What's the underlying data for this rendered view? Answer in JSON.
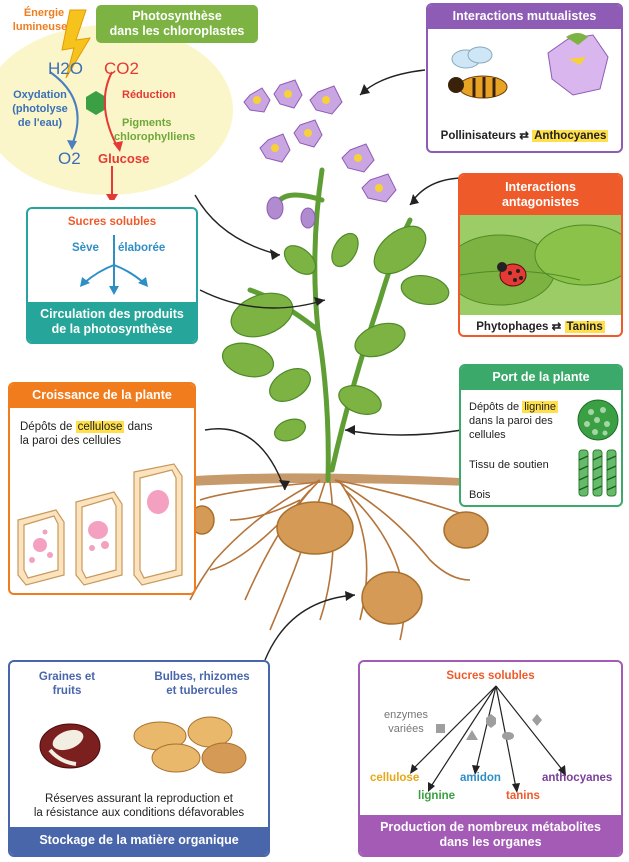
{
  "photo": {
    "energie": [
      "Énergie",
      "lumineuse"
    ],
    "title": [
      "Photosynthèse",
      "dans les chloroplastes"
    ],
    "h2o": "H2O",
    "co2": "CO2",
    "oxydation": [
      "Oxydation",
      "(photolyse",
      "de l'eau)"
    ],
    "reduction": "Réduction",
    "pigments": [
      "Pigments",
      "chlorophylliens"
    ],
    "o2": "O2",
    "glucose": "Glucose"
  },
  "circulation": {
    "sucres": "Sucres solubles",
    "seve1": "Sève",
    "seve2": "élaborée",
    "title": [
      "Circulation des produits",
      "de la photosynthèse"
    ]
  },
  "croissance": {
    "title": "Croissance de la plante",
    "text_a": "Dépôts de ",
    "text_hl": "cellulose",
    "text_b": " dans",
    "text_c": "la paroi des cellules"
  },
  "mutualistes": {
    "title": "Interactions mutualistes",
    "left": "Pollinisateurs",
    "right": "Anthocyanes"
  },
  "antagonistes": {
    "title": [
      "Interactions",
      "antagonistes"
    ],
    "left": "Phytophages",
    "right": "Tanins"
  },
  "port": {
    "title": "Port de la plante",
    "depots_a": "Dépôts de ",
    "depots_hl": "lignine",
    "depots_b": [
      "dans la paroi des",
      "cellules"
    ],
    "tissu": "Tissu de soutien",
    "bois": "Bois"
  },
  "stockage": {
    "graines": [
      "Graines et",
      "fruits"
    ],
    "bulbes": [
      "Bulbes, rhizomes",
      "et tubercules"
    ],
    "reserves": [
      "Réserves assurant la reproduction et",
      "la résistance aux conditions défavorables"
    ],
    "title": "Stockage de la matière organique"
  },
  "production": {
    "sucres": "Sucres solubles",
    "enzymes": [
      "enzymes",
      "variées"
    ],
    "cellulose": "cellulose",
    "lignine": "lignine",
    "amidon": "amidon",
    "tanins": "tanins",
    "anthocyanes": "anthocyanes",
    "title": [
      "Production de nombreux métabolites",
      "dans les organes"
    ]
  },
  "colors": {
    "green": "#7cb342",
    "teal": "#26a69a",
    "purple": "#8e5bb5",
    "orange": "#f07c1e",
    "red_orange": "#ee5a2a",
    "blue": "#4a66ab",
    "highlight": "#ffe04a"
  }
}
